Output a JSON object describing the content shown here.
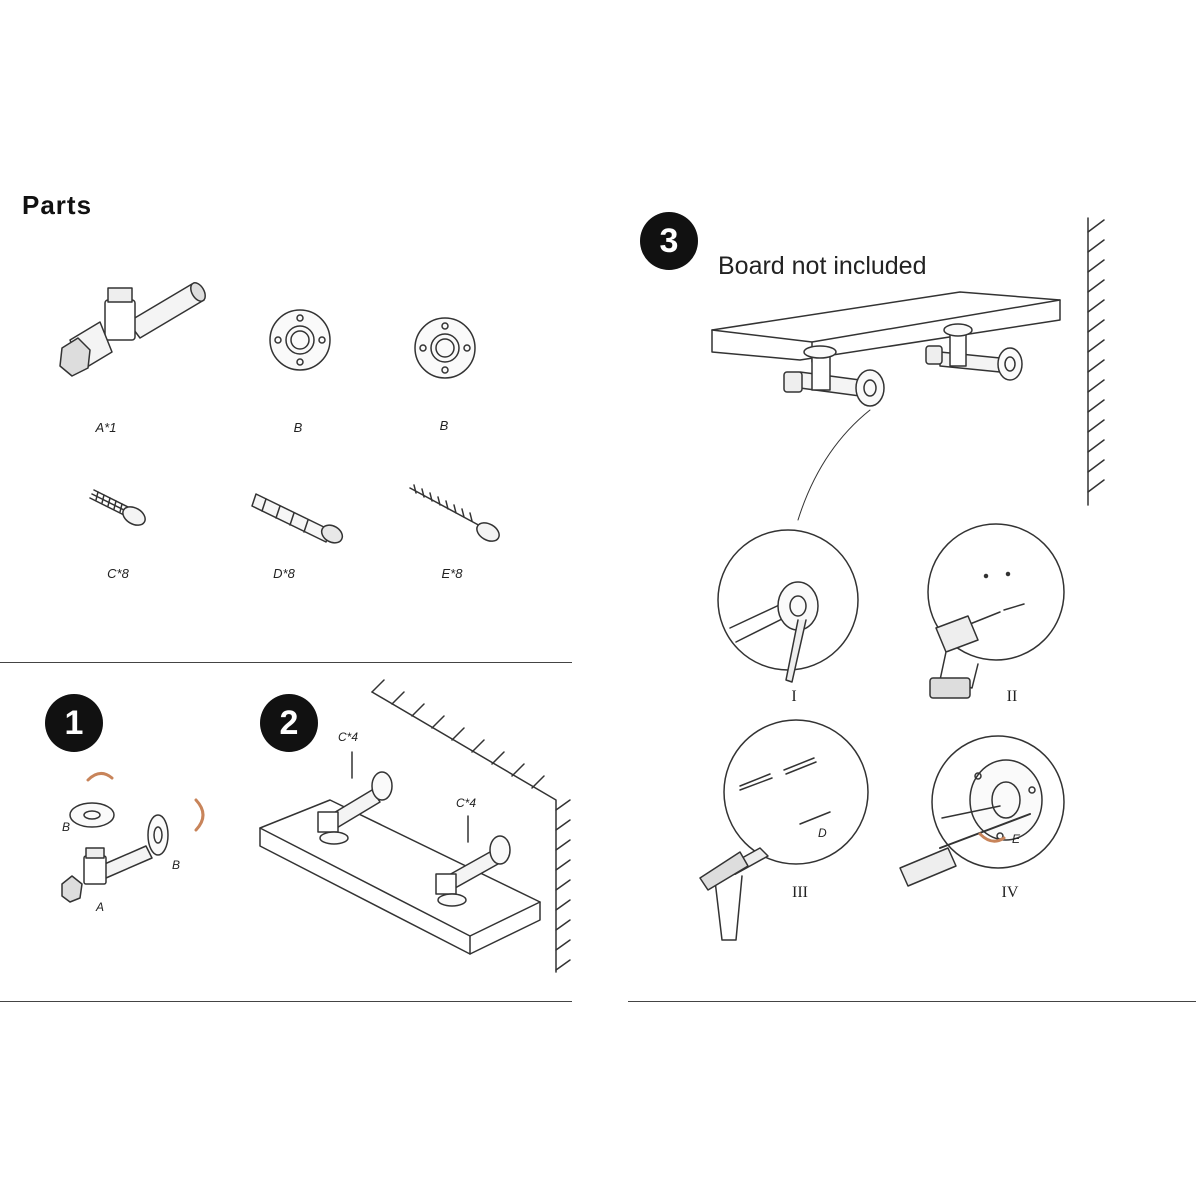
{
  "parts": {
    "title": "Parts",
    "items": [
      {
        "label": "A*1",
        "icon": "pipe-elbow-icon"
      },
      {
        "label": "B",
        "icon": "floor-flange-icon"
      },
      {
        "label": "B",
        "icon": "floor-flange-icon"
      },
      {
        "label": "C*8",
        "icon": "short-screw-icon"
      },
      {
        "label": "D*8",
        "icon": "wall-anchor-icon"
      },
      {
        "label": "E*8",
        "icon": "long-screw-icon"
      }
    ]
  },
  "steps": {
    "step1": {
      "number": "1",
      "labels": {
        "flange_left": "B",
        "flange_right": "B",
        "pipe": "A"
      }
    },
    "step2": {
      "number": "2",
      "callouts": [
        "C*4",
        "C*4"
      ]
    },
    "step3": {
      "number": "3",
      "note": "Board not included",
      "substeps": [
        {
          "numeral": "I"
        },
        {
          "numeral": "II"
        },
        {
          "numeral": "III",
          "label": "D"
        },
        {
          "numeral": "IV",
          "label": "E"
        }
      ]
    }
  },
  "colors": {
    "line": "#333333",
    "arrow": "#c8845a",
    "badge": "#111111"
  }
}
